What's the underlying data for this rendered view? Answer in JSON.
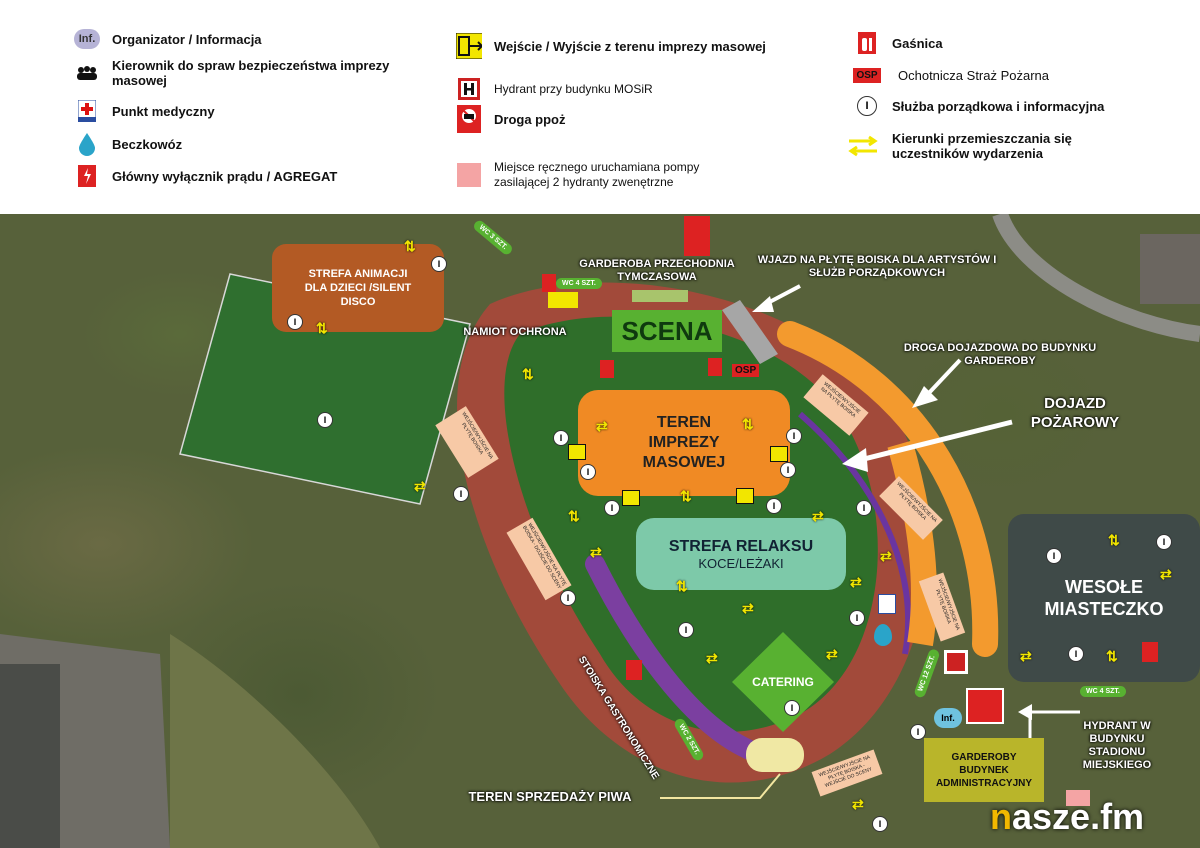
{
  "legend": {
    "col1": [
      {
        "icon": "inf-badge-icon",
        "label": "Organizator / Informacja",
        "badge": "Inf."
      },
      {
        "icon": "security-team-icon",
        "label": "Kierownik do spraw bezpieczeństwa imprezy masowej"
      },
      {
        "icon": "medical-cross-icon",
        "label": "Punkt medyczny"
      },
      {
        "icon": "water-drop-icon",
        "label": "Beczkowóz"
      },
      {
        "icon": "power-switch-icon",
        "label": "Główny wyłącznik prądu / AGREGAT"
      }
    ],
    "col2": [
      {
        "icon": "entrance-exit-icon",
        "label": "Wejście / Wyjście z terenu imprezy masowej"
      },
      {
        "icon": "hydrant-h-icon",
        "label": "Hydrant przy budynku MOSiR"
      },
      {
        "icon": "fire-road-icon",
        "label": "Droga ppoż"
      },
      {
        "icon": "pump-square-icon",
        "label": "Miejsce ręcznego uruchamiana pompy zasilającej 2 hydranty zwenętrzne"
      }
    ],
    "col3": [
      {
        "icon": "extinguisher-icon",
        "label": "Gaśnica"
      },
      {
        "icon": "osp-badge-icon",
        "label": "Ochotnicza Straż Pożarna",
        "badge": "OSP"
      },
      {
        "icon": "steward-i-icon",
        "label": "Służba porządkowa i informacyjna",
        "badge": "I"
      },
      {
        "icon": "direction-arrows-icon",
        "label": "Kierunki przemieszczania się uczestników wydarzenia"
      }
    ]
  },
  "map": {
    "zones": {
      "animation": "STREFA ANIMACJI DLA DZIECI /SILENT DISCO",
      "scena": "SCENA",
      "teren": "TEREN IMPREZY MASOWEJ",
      "relaks_title": "STREFA RELAKSU",
      "relaks_sub": "KOCE/LEŻAKI",
      "catering": "CATERING",
      "wesole": "WESOŁE MIASTECZKO",
      "garderoby": "GARDEROBY BUDYNEK ADMINISTRACYJNY",
      "stoiska": "STOISKA GASTRONOMICZNE"
    },
    "labels": {
      "garderoba": "GARDEROBA PRZECHODNIA TYMCZASOWA",
      "namiot": "NAMIOT OCHRONA",
      "wjazd": "WJAZD NA PŁYTĘ BOISKA DLA ARTYSTÓW I SŁUŻB PORZĄDKOWYCH",
      "droga": "DROGA DOJAZDOWA DO BUDYNKU GARDEROBY",
      "dojazd": "DOJAZD POŻAROWY",
      "hydrant": "HYDRANT W BUDYNKU STADIONU MIEJSKIEGO",
      "piwo": "TEREN SPRZEDAŻY PIWA",
      "osp": "OSP",
      "inf": "Inf."
    },
    "wc": [
      "WC 3 SZT.",
      "WC 4 SZT.",
      "WC 2 SZT.",
      "WC 12 SZT.",
      "WC 4 SZT."
    ],
    "tags": [
      "WEJŚCIE/WYJŚCIE NA PŁYTĘ BOISKA",
      "WEJŚCIE/WYJŚCIE NA PŁYTĘ BOISKA - DOJŚCIE DO SCENY",
      "WEJŚCIE/WYJŚCIE NA PŁYTĘ BOISKA",
      "WEJŚCIE/WYJŚCIE NA PŁYTĘ BOISKA",
      "WEJŚCIE/WYJŚCIE NA PŁYTĘ BOISKA",
      "WEJŚCIE/WYJŚCIE NA PŁYTĘ BOISKA - WEJŚCIE DO SCENY"
    ],
    "steward_mark": "I"
  },
  "watermark": {
    "n": "n",
    "rest": "asze.fm"
  },
  "colors": {
    "orange": "#f08a24",
    "brown": "#b35a24",
    "green": "#58b131",
    "teal": "#7dc9a9",
    "purple": "#7b3fa0",
    "olive": "#b9b52a",
    "slate": "#3f4a48",
    "accent_yellow": "#f2e600"
  }
}
